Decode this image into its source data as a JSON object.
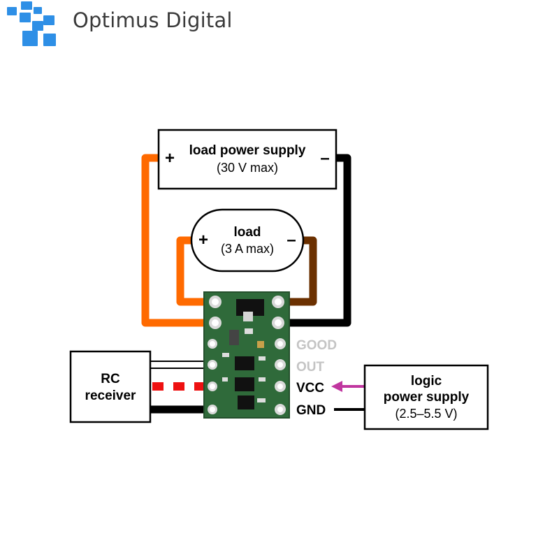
{
  "brand": {
    "name": "Optimus Digital",
    "logo_icon": "pixel-squares-logo",
    "logo_color": "#2e8fe6"
  },
  "diagram": {
    "load_power_supply": {
      "title": "load power supply",
      "subtitle": "(30 V max)",
      "plus": "+",
      "minus": "–"
    },
    "load": {
      "title": "load",
      "subtitle": "(3 A max)",
      "plus": "+",
      "minus": "–"
    },
    "rc_receiver": {
      "line1": "RC",
      "line2": "receiver"
    },
    "logic_power_supply": {
      "line1": "logic",
      "line2": "power supply",
      "line3": "(2.5–5.5 V)"
    },
    "pins": {
      "good": "GOOD",
      "out": "OUT",
      "vcc": "VCC",
      "gnd": "GND"
    },
    "colors": {
      "wire_orange": "#ff6a00",
      "wire_brown": "#6b3000",
      "wire_black": "#000000",
      "wire_red": "#ee1111",
      "arrow_magenta": "#c0369f",
      "pcb_green": "#2f6a3a",
      "pin_label_gray": "#c4c4c4"
    }
  }
}
